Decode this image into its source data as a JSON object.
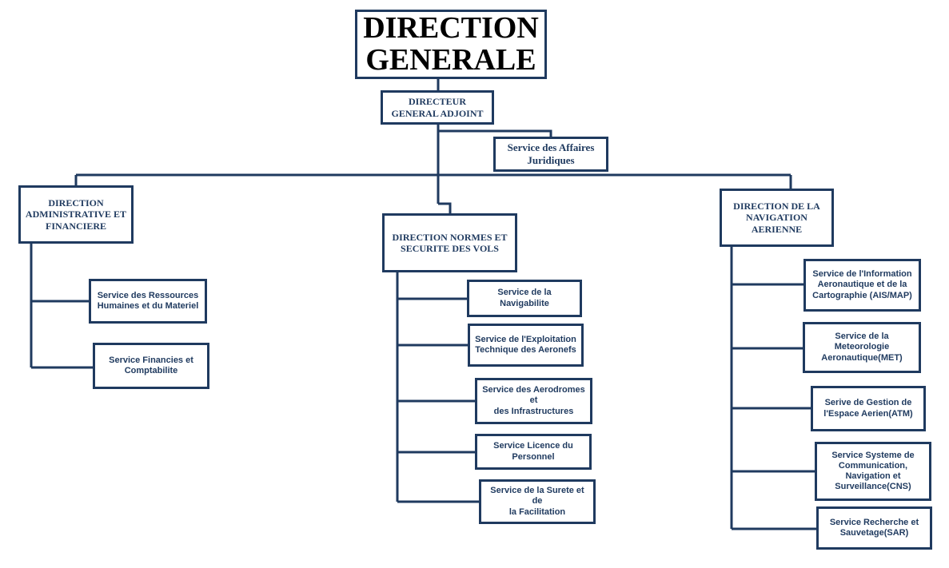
{
  "colors": {
    "line": "#1f3a5f",
    "text": "#1f3a5f",
    "title": "#000000"
  },
  "top": {
    "title": "DIRECTION\nGENERALE",
    "deputy": "DIRECTEUR  GENERAL  ADJOINT",
    "legal": "Service des Affaires\nJuridiques"
  },
  "directions": [
    {
      "label": "DIRECTION\nADMINISTRATIVE  ET\nFINANCIERE",
      "services": [
        "Service des Ressources\nHumaines et du Materiel",
        "Service Financies et\nComptabilite"
      ]
    },
    {
      "label": "DIRECTION  NORMES ET\nSECURITE  DES VOLS",
      "services": [
        "Service de la Navigabilite",
        "Service de l'Exploitation\nTechnique des Aeronefs",
        "Service des Aerodromes et\ndes Infrastructures",
        "Service   Licence du\nPersonnel",
        "Service de la Surete et de\nla Facilitation"
      ]
    },
    {
      "label": "DIRECTION  DE LA\nNAVIGATION\nAERIENNE",
      "services": [
        "Service de l'Information\nAeronautique et de la\nCartographie (AIS/MAP)",
        "Service de la Meteorologie\nAeronautique(MET)",
        "Serive de Gestion de\nl'Espace Aerien(ATM)",
        "Service Systeme de\nCommunication,\nNavigation et\nSurveillance(CNS)",
        "Service Recherche et\nSauvetage(SAR)"
      ]
    }
  ]
}
